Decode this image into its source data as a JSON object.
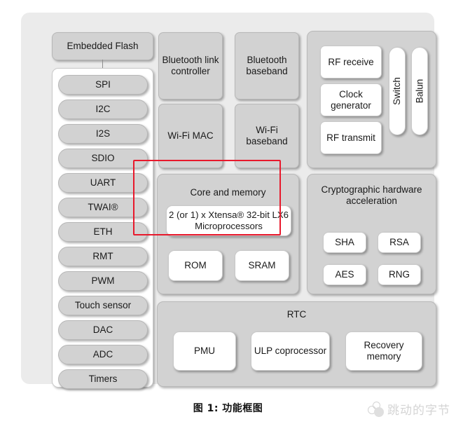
{
  "figure": {
    "caption": "图 1: 功能框图",
    "watermark_text": "跳动的字节",
    "watermark_logo_icon": "bouncing-bytes-logo-icon",
    "highlight_color": "#e8192c",
    "canvas_background": "#ffffff",
    "frame_background": "#ebebeb"
  },
  "left_column": {
    "embedded_flash": "Embedded Flash",
    "peripherals": [
      {
        "label": "SPI"
      },
      {
        "label": "I2C"
      },
      {
        "label": "I2S"
      },
      {
        "label": "SDIO"
      },
      {
        "label": "UART"
      },
      {
        "label": "TWAI®"
      },
      {
        "label": "ETH"
      },
      {
        "label": "RMT"
      },
      {
        "label": "PWM"
      },
      {
        "label": "Touch sensor"
      },
      {
        "label": "DAC"
      },
      {
        "label": "ADC"
      },
      {
        "label": "Timers"
      }
    ]
  },
  "radio_column": {
    "bluetooth_link_controller": "Bluetooth link controller",
    "bluetooth_baseband": "Bluetooth baseband",
    "wifi_mac": "Wi-Fi MAC",
    "wifi_baseband": "Wi-Fi baseband"
  },
  "rf_group": {
    "rf_receive": "RF receive",
    "clock_generator": "Clock generator",
    "rf_transmit": "RF transmit",
    "switch": "Switch",
    "balun": "Balun"
  },
  "core_memory": {
    "title": "Core and memory",
    "processors": "2 (or 1) x Xtensa® 32-bit LX6 Microprocessors",
    "rom": "ROM",
    "sram": "SRAM"
  },
  "crypto": {
    "title": "Cryptographic hardware acceleration",
    "blocks": [
      {
        "label": "SHA"
      },
      {
        "label": "RSA"
      },
      {
        "label": "AES"
      },
      {
        "label": "RNG"
      }
    ]
  },
  "rtc": {
    "title": "RTC",
    "pmu": "PMU",
    "ulp_coprocessor": "ULP coprocessor",
    "recovery_memory": "Recovery memory"
  }
}
